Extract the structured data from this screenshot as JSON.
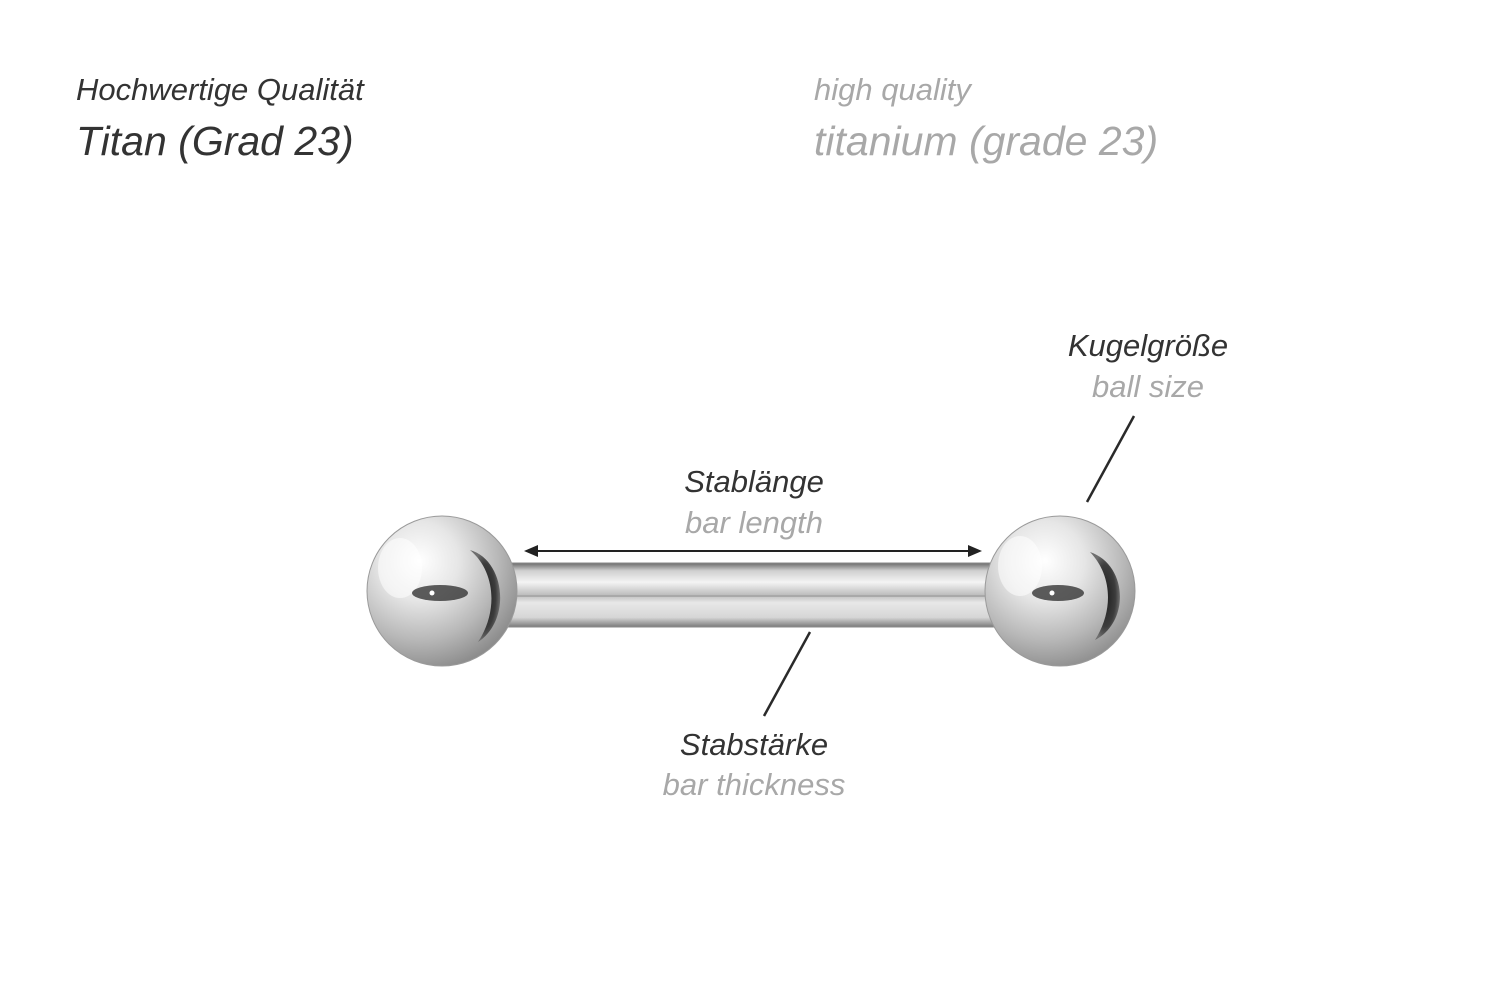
{
  "header": {
    "quality_de": "Hochwertige Qualität",
    "material_de": "Titan (Grad 23)",
    "quality_en": "high quality",
    "material_en": "titanium (grade 23)"
  },
  "labels": {
    "ball_size_de": "Kugelgröße",
    "ball_size_en": "ball size",
    "bar_length_de": "Stablänge",
    "bar_length_en": "bar length",
    "bar_thickness_de": "Stabstärke",
    "bar_thickness_en": "bar thickness"
  },
  "colors": {
    "german_text": "#333333",
    "english_text": "#a8a8a8",
    "metal_light": "#f2f2f2",
    "metal_dark": "#3a3a3a"
  },
  "icons": {
    "product": "barbell-jewelry-icon",
    "length_indicator": "double-arrow-icon"
  }
}
